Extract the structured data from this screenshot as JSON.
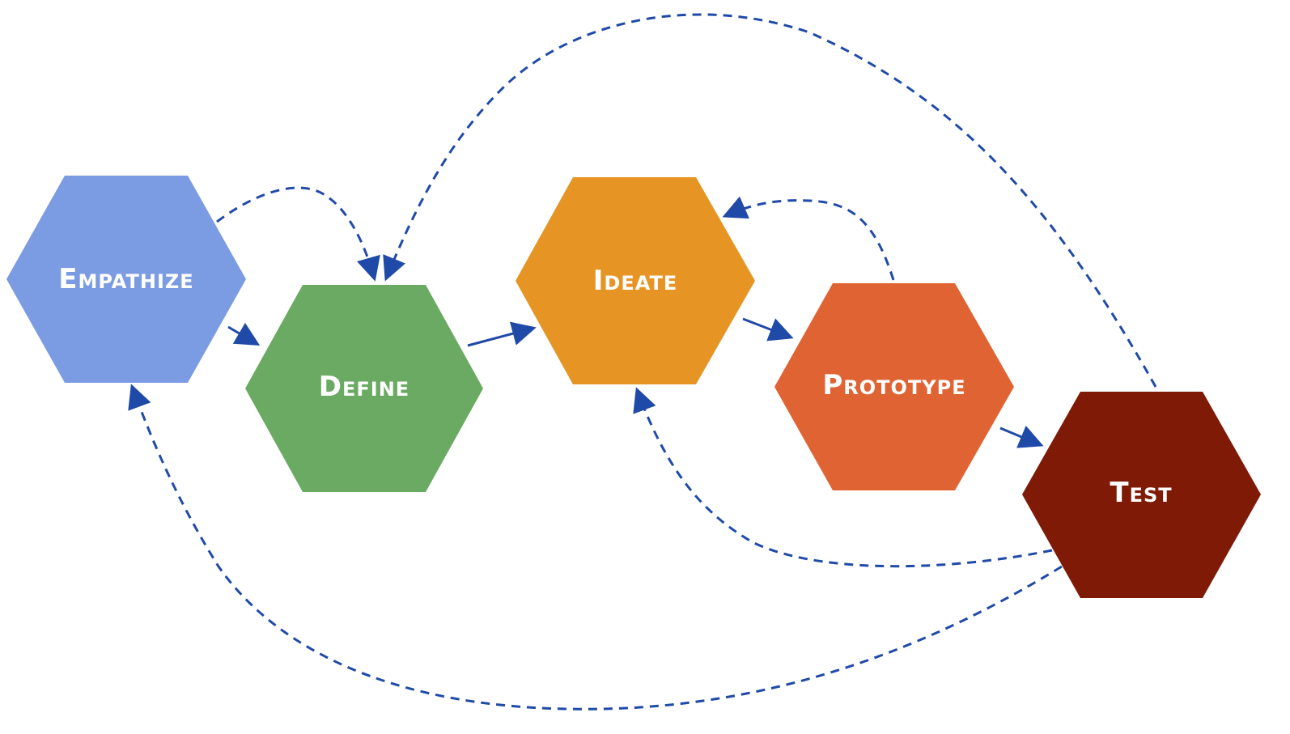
{
  "stages": [
    {
      "id": "empathize",
      "label": "Empathize",
      "color": "#7b9be2"
    },
    {
      "id": "define",
      "label": "Define",
      "color": "#6aaa62"
    },
    {
      "id": "ideate",
      "label": "Ideate",
      "color": "#e69524"
    },
    {
      "id": "prototype",
      "label": "Prototype",
      "color": "#e06433"
    },
    {
      "id": "test",
      "label": "Test",
      "color": "#7e1a06"
    }
  ],
  "connections": [
    {
      "from": "empathize",
      "to": "define",
      "style": "solid"
    },
    {
      "from": "define",
      "to": "ideate",
      "style": "solid"
    },
    {
      "from": "ideate",
      "to": "prototype",
      "style": "solid"
    },
    {
      "from": "prototype",
      "to": "test",
      "style": "solid"
    },
    {
      "from": "empathize",
      "to": "define",
      "style": "dashed"
    },
    {
      "from": "test",
      "to": "define",
      "style": "dashed"
    },
    {
      "from": "prototype",
      "to": "ideate",
      "style": "dashed"
    },
    {
      "from": "test",
      "to": "ideate",
      "style": "dashed"
    },
    {
      "from": "test",
      "to": "empathize",
      "style": "dashed"
    }
  ],
  "arrow_color": "#1f4aa8"
}
